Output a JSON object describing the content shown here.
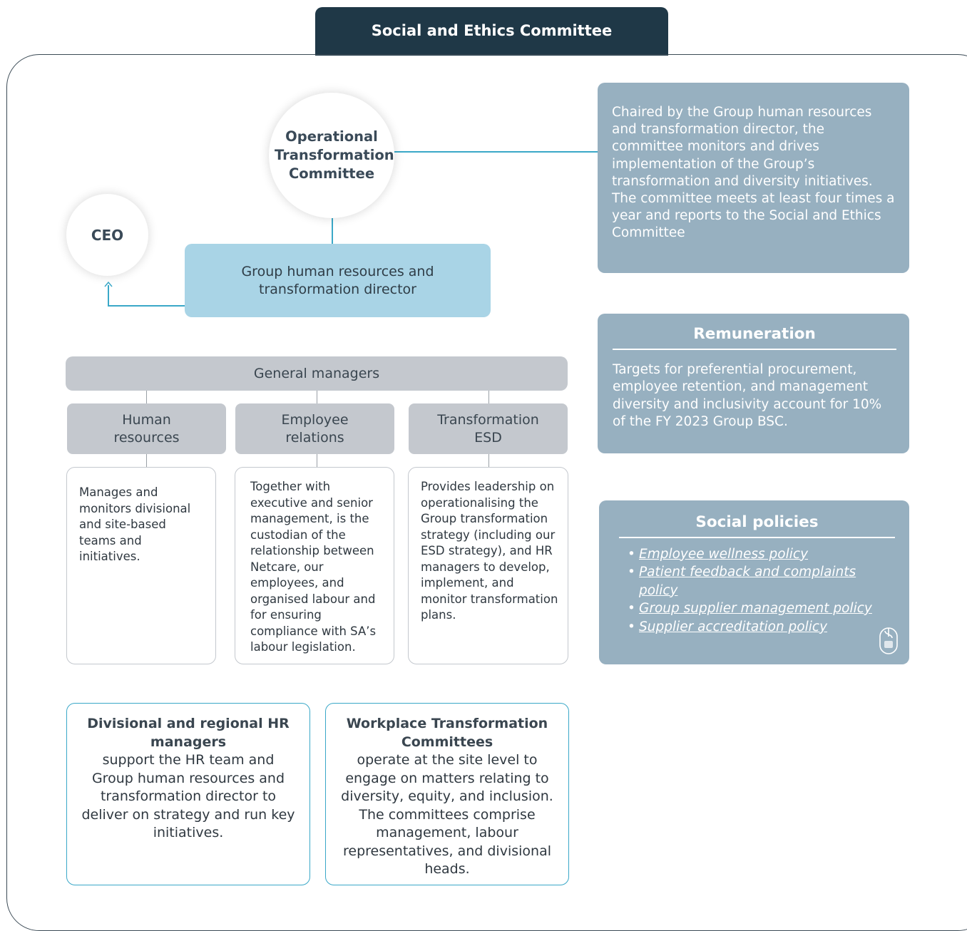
{
  "header": {
    "title": "Social and Ethics Committee"
  },
  "org": {
    "otc": "Operational Transformation Committee",
    "ceo": "CEO",
    "director": "Group human resources and transformation director",
    "general_managers": "General managers",
    "departments": [
      {
        "title": "Human resources",
        "description": "Manages and monitors divisional and site-based teams and initiatives."
      },
      {
        "title": "Employee relations",
        "description": "Together with executive and senior management, is the custodian of the relationship between Netcare, our employees, and organised labour and for ensuring compliance with SA’s labour legislation."
      },
      {
        "title": "Transformation ESD",
        "description": "Provides leadership on operationalising the Group transformation strategy (including our ESD strategy), and HR managers to develop, implement, and monitor transformation plans."
      }
    ],
    "bottom": [
      {
        "title": "Divisional and regional HR managers",
        "text": "support the HR team and Group human resources and transformation director to deliver on strategy and run key initiatives."
      },
      {
        "title": "Workplace Transformation Committees",
        "text": "operate at the site level to engage on matters relating to diversity, equity, and inclusion. The committees comprise management, labour representatives, and divisional heads."
      }
    ]
  },
  "panels": {
    "info": "Chaired by the Group human resources and transformation director, the committee monitors and drives implementation of the Group’s transformation and diversity initiatives. The committee meets at least four times a year and reports to the Social and Ethics Committee",
    "remuneration": {
      "title": "Remuneration",
      "text": "Targets for preferential procurement, employee retention, and management diversity and inclusivity account for 10% of the FY 2023 Group BSC."
    },
    "policies": {
      "title": "Social policies",
      "items": [
        "Employee wellness policy",
        "Patient feedback and complaints policy",
        "Group supplier management policy",
        "Supplier accreditation policy"
      ]
    }
  },
  "icons": {
    "click": "mouse-icon"
  },
  "colors": {
    "header": "#1f3847",
    "connector": "#3aa8c8",
    "director_box": "#a9d4e6",
    "gray_box": "#c4c8ce",
    "panel": "#97b0c0"
  }
}
